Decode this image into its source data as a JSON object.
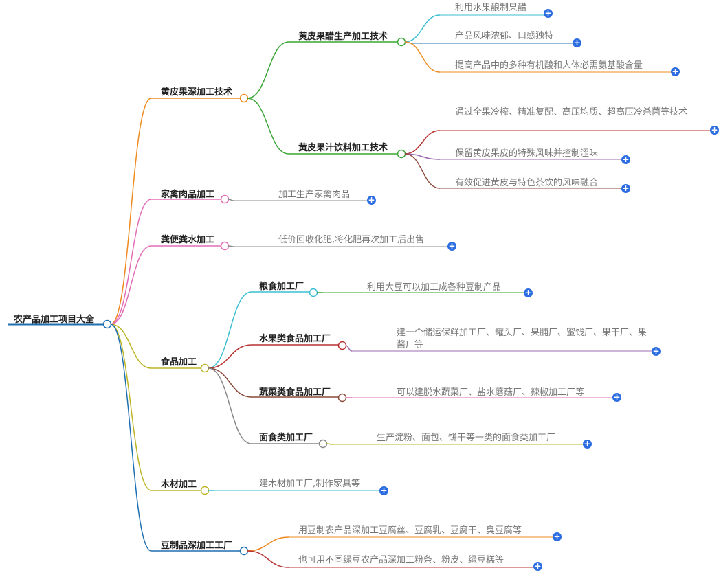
{
  "root": {
    "id": "root",
    "label": "农产品加工项目大全",
    "color": "#1f6fb0",
    "children": [
      {
        "id": "b1",
        "label": "黄皮果深加工技术",
        "color": "#ee8a1f",
        "children": [
          {
            "id": "b1s1",
            "label": "黄皮果醋生产加工技术",
            "color": "#3aa535",
            "children": [
              {
                "id": "b1s1l1",
                "label": "利用水果酿制果醋",
                "color": "#3bbfd1"
              },
              {
                "id": "b1s1l2",
                "label": "产品风味浓郁、口感独特",
                "color": "#1f6fb0"
              },
              {
                "id": "b1s1l3",
                "label": "提高产品中的多种有机酸和人体必需氨基酸含量",
                "color": "#ee8a1f"
              }
            ]
          },
          {
            "id": "b1s2",
            "label": "黄皮果汁饮料加工技术",
            "color": "#3aa535",
            "children": [
              {
                "id": "b1s2l1",
                "label": "通过全果冷榨、精准复配、高压均质、超高压冷杀菌等技术",
                "color": "#b83232"
              },
              {
                "id": "b1s2l2",
                "label": "保留黄皮果皮的特殊风味并控制涩味",
                "color": "#9b6bb0"
              },
              {
                "id": "b1s2l3",
                "label": "有效促进黄皮与特色茶饮的风味融合",
                "color": "#8b4a3c"
              }
            ]
          }
        ]
      },
      {
        "id": "b2",
        "label": "家禽肉品加工",
        "color": "#e26db6",
        "children": [
          {
            "id": "b2l1",
            "label": "加工生产家禽肉品",
            "color": "#888888"
          }
        ]
      },
      {
        "id": "b3",
        "label": "粪便粪水加工",
        "color": "#e26db6",
        "children": [
          {
            "id": "b3l1",
            "label": "低价回收化肥,将化肥再次加工后出售",
            "color": "#888888"
          }
        ]
      },
      {
        "id": "b4",
        "label": "食品加工",
        "color": "#bcb526",
        "children": [
          {
            "id": "b4s1",
            "label": "粮食加工厂",
            "color": "#3bbfd1",
            "children": [
              {
                "id": "b4s1l1",
                "label": "利用大豆可以加工成各种豆制产品",
                "color": "#3aa535"
              }
            ]
          },
          {
            "id": "b4s2",
            "label": "水果类食品加工厂",
            "color": "#b83232",
            "children": [
              {
                "id": "b4s2l1",
                "label": "建一个储运保鲜加工厂、罐头厂、果脯厂、蜜饯厂、果干厂、果酱厂等",
                "color": "#9b6bb0"
              }
            ]
          },
          {
            "id": "b4s3",
            "label": "蔬菜类食品加工厂",
            "color": "#8b4a3c",
            "children": [
              {
                "id": "b4s3l1",
                "label": "可以建脱水蔬菜厂、盐水蘑菇厂、辣椒加工厂等",
                "color": "#e26db6"
              }
            ]
          },
          {
            "id": "b4s4",
            "label": "面食类加工厂",
            "color": "#888888",
            "children": [
              {
                "id": "b4s4l1",
                "label": "生产淀粉、面包、饼干等一类的面食类加工厂",
                "color": "#bcb526"
              }
            ]
          }
        ]
      },
      {
        "id": "b5",
        "label": "木材加工",
        "color": "#bcb526",
        "children": [
          {
            "id": "b5l1",
            "label": "建木材加工厂,制作家具等",
            "color": "#3bbfd1"
          }
        ]
      },
      {
        "id": "b6",
        "label": "豆制品深加工工厂",
        "color": "#1f6fb0",
        "children": [
          {
            "id": "b6l1",
            "label": "用豆制农产品深加工豆腐丝、豆腐乳、豆腐干、臭豆腐等",
            "color": "#ee8a1f"
          },
          {
            "id": "b6l2",
            "label": "也可用不同绿豆农产品深加工粉条、粉皮、绿豆糕等",
            "color": "#b83232"
          }
        ]
      }
    ]
  },
  "expand_symbol": "+",
  "node_colors": {
    "fill": "#ffffff"
  }
}
